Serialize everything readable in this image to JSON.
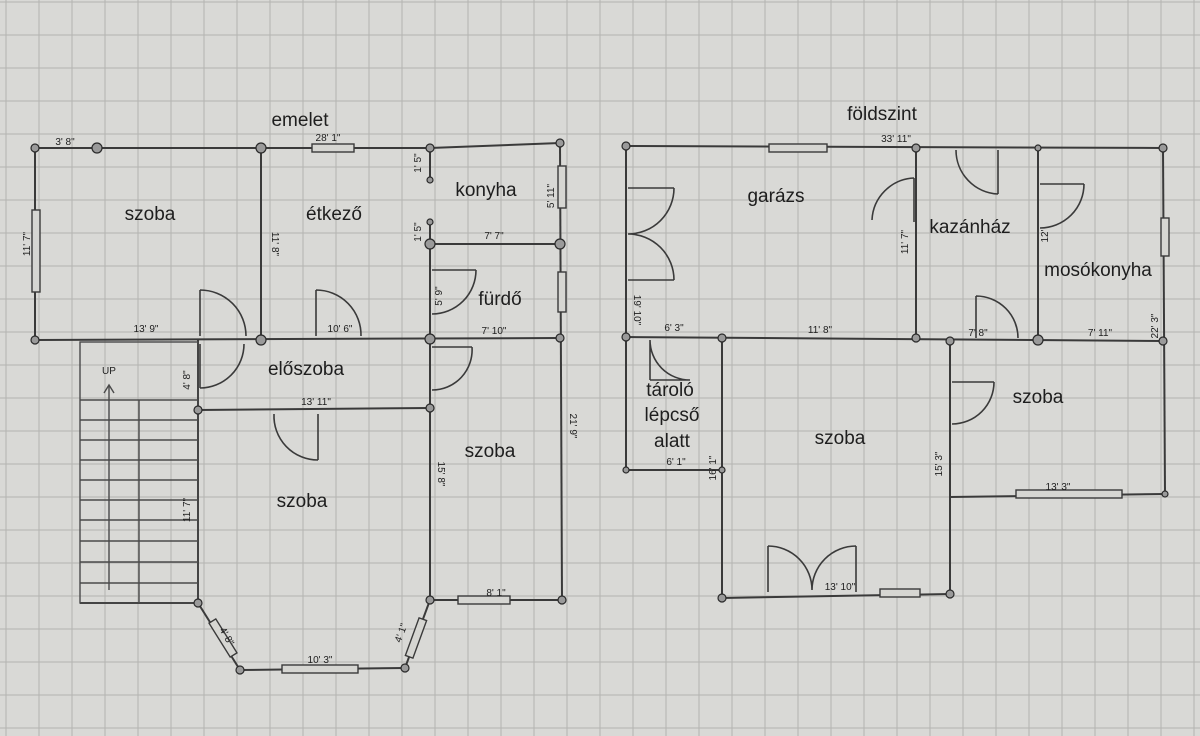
{
  "titles": {
    "upper": "emelet",
    "ground": "földszint"
  },
  "rooms": {
    "up_szoba1": "szoba",
    "up_etkezo": "étkező",
    "up_konyha": "konyha",
    "up_furdo": "fürdő",
    "up_eloszoba": "előszoba",
    "up_szoba2": "szoba",
    "up_szoba3": "szoba",
    "gr_garazs": "garázs",
    "gr_kazanhaz": "kazánház",
    "gr_mosokonyha": "mosókonyha",
    "gr_tarolo1": "tároló",
    "gr_tarolo2": "lépcső",
    "gr_tarolo3": "alatt",
    "gr_szoba1": "szoba",
    "gr_szoba2": "szoba"
  },
  "stairs_label": "UP",
  "dimensions": {
    "d_3_8": "3' 8\"",
    "d_28_1": "28' 1\"",
    "d_1_5a": "1' 5\"",
    "d_5_11": "5' 11\"",
    "d_11_7": "11' 7\"",
    "d_11_8": "11' 8\"",
    "d_1_5b": "1' 5\"",
    "d_7_7": "7' 7\"",
    "d_5_9": "5' 9\"",
    "d_13_9": "13' 9\"",
    "d_10_6": "10' 6\"",
    "d_7_10": "7' 10\"",
    "d_4_8a": "4' 8\"",
    "d_13_11": "13' 11\"",
    "d_21_9": "21' 9\"",
    "d_15_8": "15' 8\"",
    "d_11_7b": "11' 7\"",
    "d_8_1": "8' 1\"",
    "d_4_8b": "4' 8\"",
    "d_4_1": "4' 1\"",
    "d_10_3": "10' 3\"",
    "d_33_11": "33' 11\"",
    "d_11_7c": "11' 7\"",
    "d_12": "12'",
    "d_19_10": "19' 10\"",
    "d_6_3": "6' 3\"",
    "d_11_8b": "11' 8\"",
    "d_7_8": "7' 8\"",
    "d_7_11": "7' 11\"",
    "d_22_3": "22' 3\"",
    "d_6_1": "6' 1\"",
    "d_16_1": "16' 1\"",
    "d_15_3": "15' 3\"",
    "d_13_3": "13' 3\"",
    "d_13_10": "13' 10\""
  },
  "colors": {
    "background": "#d9d9d6",
    "grid": "#b4b4b0",
    "walls": "#3a3a3a"
  }
}
